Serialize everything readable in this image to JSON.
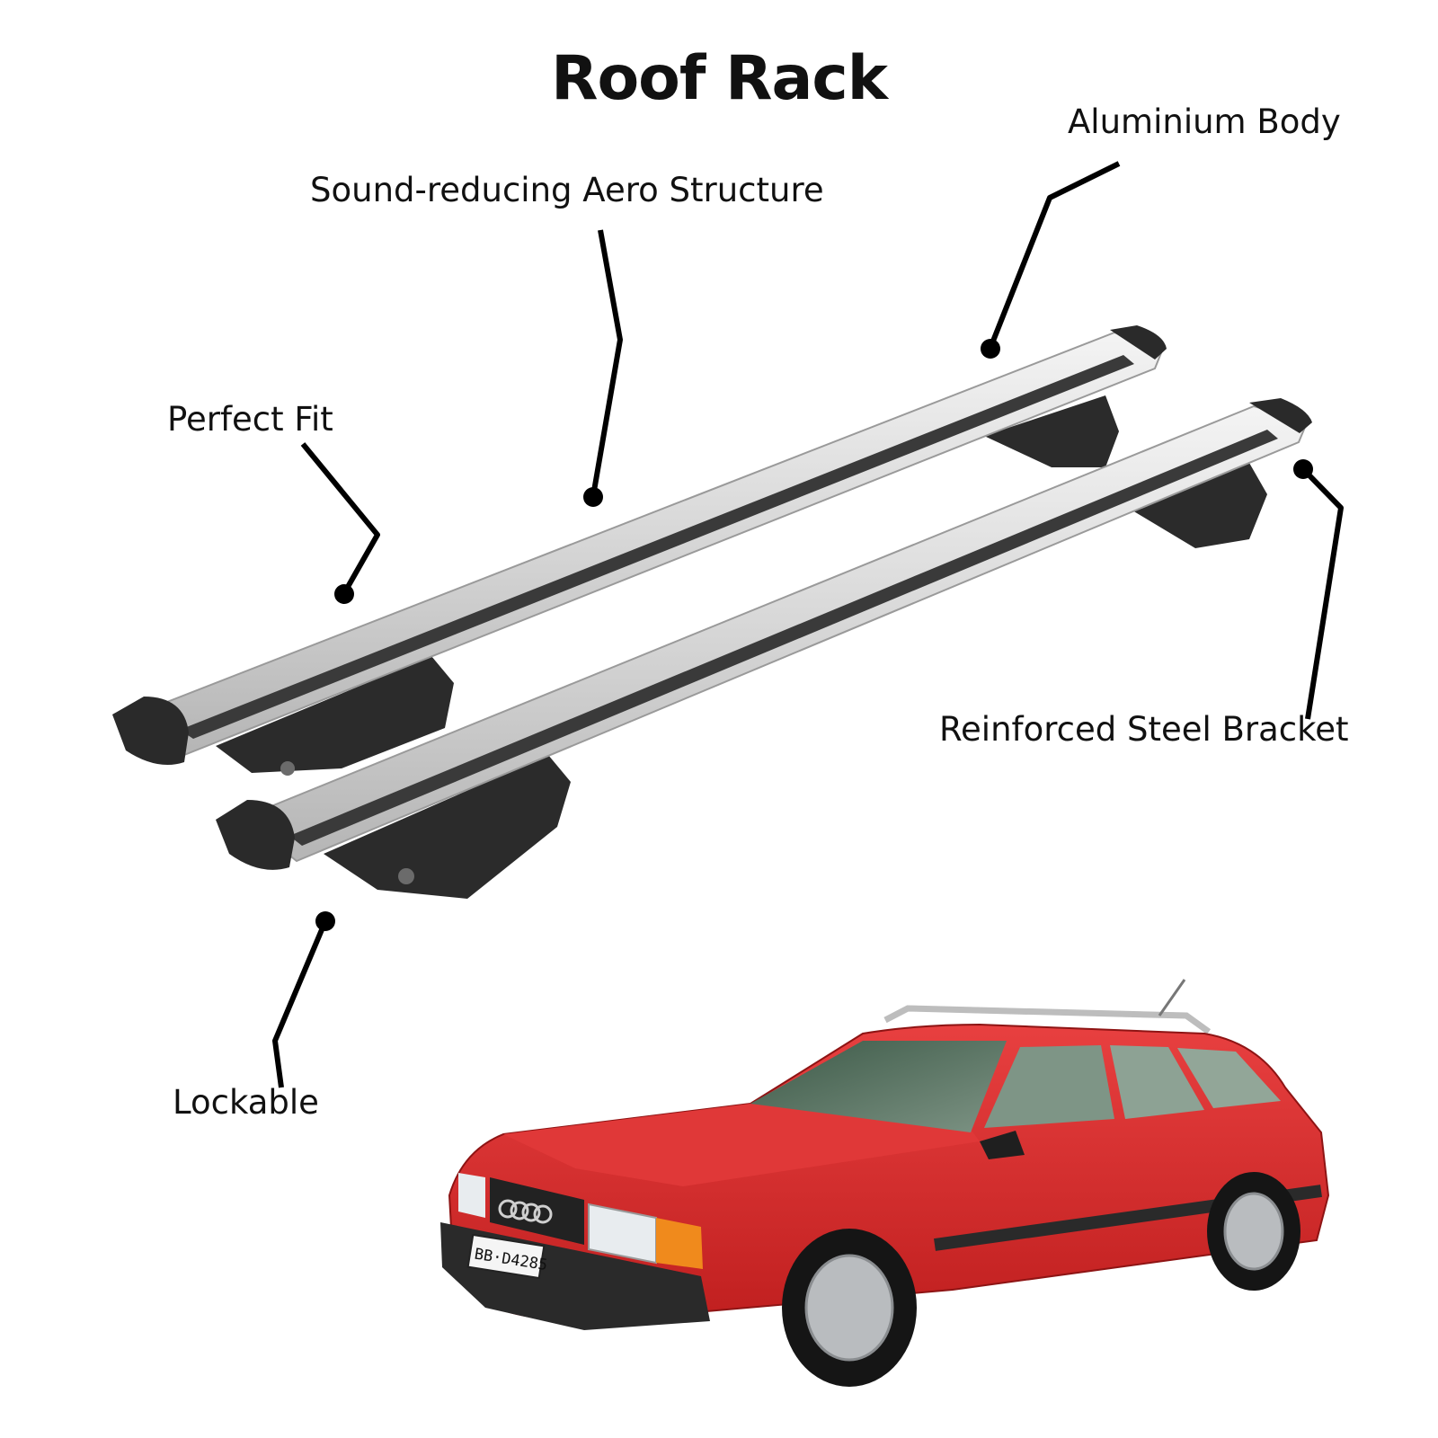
{
  "title": "Roof Rack",
  "callouts": {
    "aluminium_body": "Aluminium Body",
    "aero_structure": "Sound-reducing Aero Structure",
    "perfect_fit": "Perfect Fit",
    "reinforced_bracket": "Reinforced Steel Bracket",
    "lockable": "Lockable"
  },
  "car": {
    "plate": "BB·D4285"
  },
  "colors": {
    "bar_silver": "#d9d9d9",
    "bar_rubber": "#3a3a3a",
    "bracket": "#2b2b2b",
    "car_red": "#d92b2b",
    "line": "#000000"
  }
}
